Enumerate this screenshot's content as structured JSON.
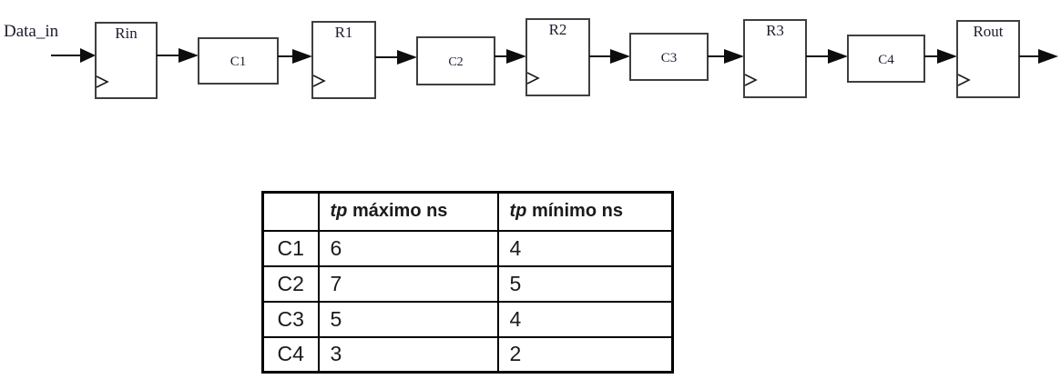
{
  "diagram": {
    "input_label": "Data_in",
    "registers": [
      {
        "label": "Rin"
      },
      {
        "label": "R1"
      },
      {
        "label": "R2"
      },
      {
        "label": "R3"
      },
      {
        "label": "Rout"
      }
    ],
    "blocks": [
      {
        "label": "C1"
      },
      {
        "label": "C2"
      },
      {
        "label": "C3"
      },
      {
        "label": "C4"
      }
    ]
  },
  "table": {
    "headers": [
      "",
      "tp máximo ns",
      "tp mínimo ns"
    ],
    "tp_label": "tp",
    "max_suffix": " máximo ns",
    "min_suffix": " mínimo ns",
    "rows": [
      {
        "label": "C1",
        "tp_max": "6",
        "tp_min": "4"
      },
      {
        "label": "C2",
        "tp_max": "7",
        "tp_min": "5"
      },
      {
        "label": "C3",
        "tp_max": "5",
        "tp_min": "4"
      },
      {
        "label": "C4",
        "tp_max": "3",
        "tp_min": "2"
      }
    ]
  },
  "colors": {
    "diagram_text": "#1c1c30",
    "box_border": "#3f3f3f",
    "table_border": "#000000"
  }
}
